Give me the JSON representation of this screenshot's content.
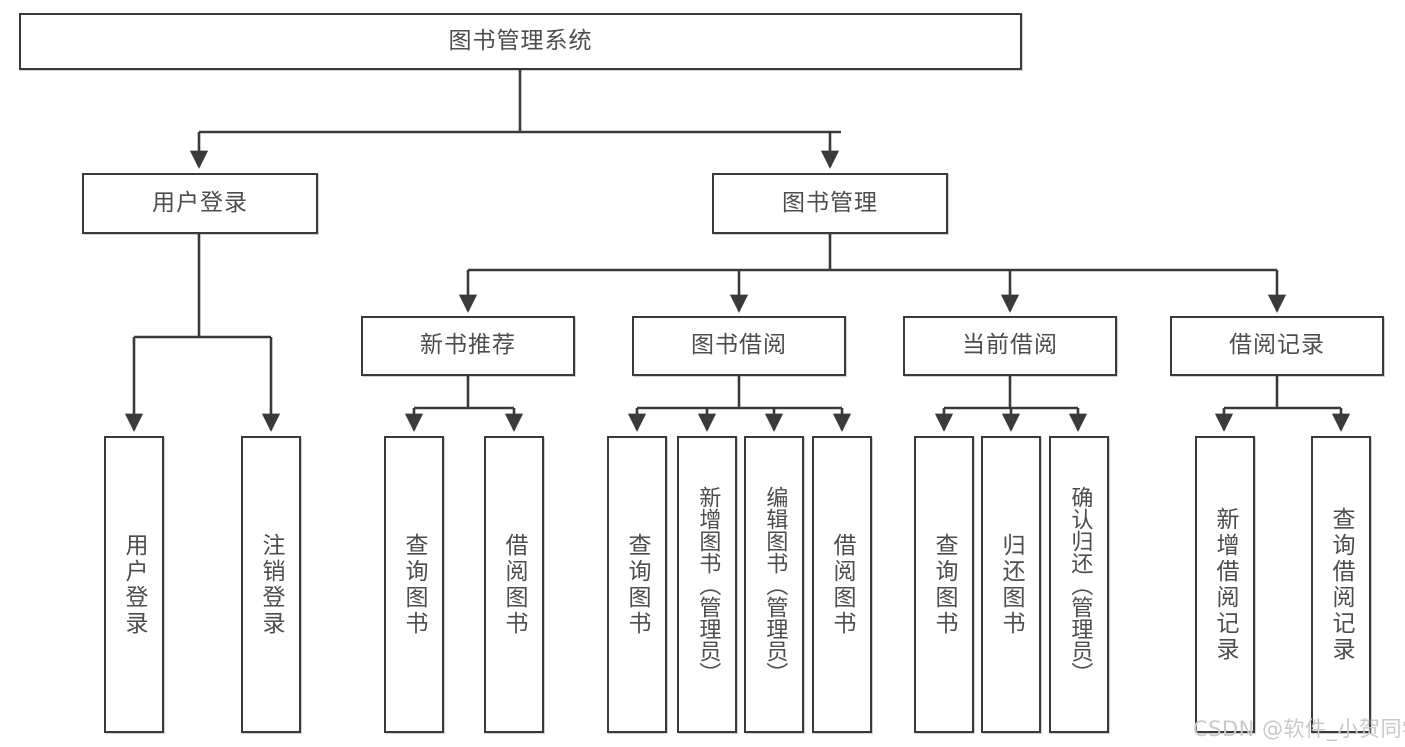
{
  "diagram": {
    "title": "图书管理系统",
    "type": "tree-hierarchy-diagram",
    "colors": {
      "box_border": "#3a3a3a",
      "box_fill": "#ffffff",
      "text": "#4d4d4d",
      "connector": "#3a3a3a",
      "watermark": "#c9c9c9",
      "background": "#ffffff"
    },
    "root": {
      "label": "图书管理系统"
    },
    "level2": [
      {
        "label": "用户登录"
      },
      {
        "label": "图书管理"
      }
    ],
    "level3": [
      {
        "label": "新书推荐"
      },
      {
        "label": "图书借阅"
      },
      {
        "label": "当前借阅"
      },
      {
        "label": "借阅记录"
      }
    ],
    "leaves": {
      "user_login": [
        {
          "label": "用户登录"
        },
        {
          "label": "注销登录"
        }
      ],
      "new_book_recommend": [
        {
          "label": "查询图书"
        },
        {
          "label": "借阅图书"
        }
      ],
      "book_borrow": [
        {
          "label": "查询图书"
        },
        {
          "label": "新增图书（管理员）"
        },
        {
          "label": "编辑图书（管理员）"
        },
        {
          "label": "借阅图书"
        }
      ],
      "current_borrow": [
        {
          "label": "查询图书"
        },
        {
          "label": "归还图书"
        },
        {
          "label": "确认归还（管理员）"
        }
      ],
      "borrow_record": [
        {
          "label": "新增借阅记录"
        },
        {
          "label": "查询借阅记录"
        }
      ]
    },
    "watermark": "CSDN @软件_小贺同学"
  }
}
